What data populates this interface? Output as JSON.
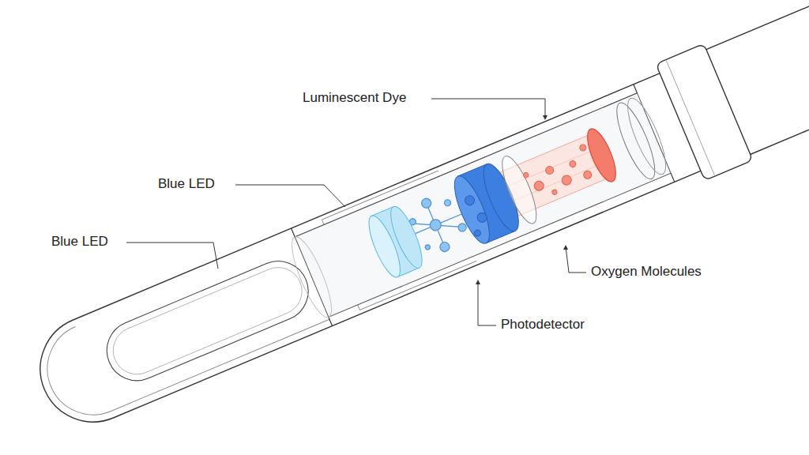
{
  "diagram": {
    "labels": [
      "Luminescent Dye",
      "Blue LED",
      "Blue LED",
      "Oxygen Molecules",
      "Photodetector"
    ]
  }
}
